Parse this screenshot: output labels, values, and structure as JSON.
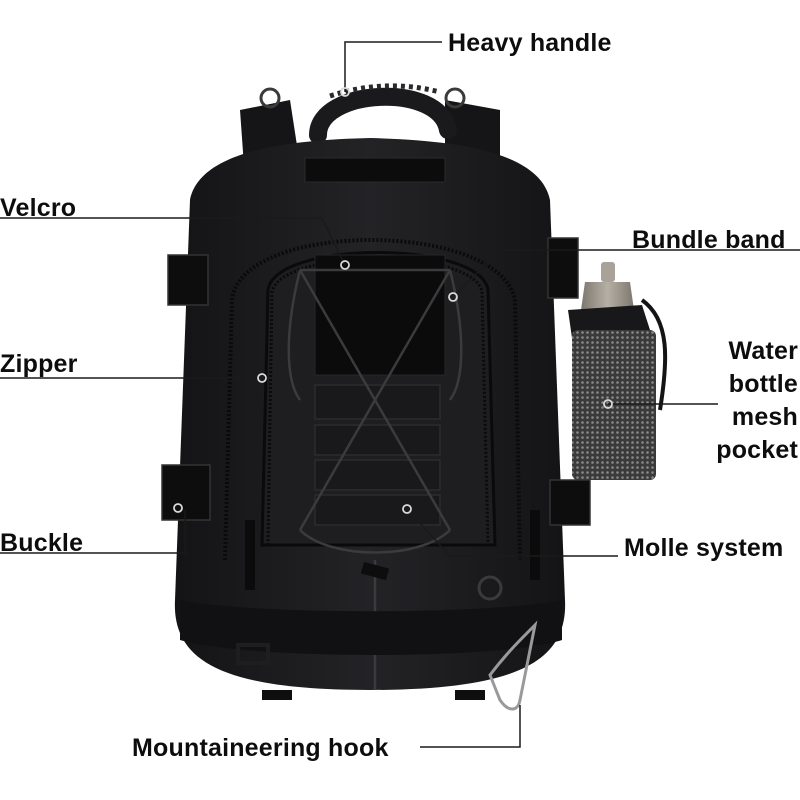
{
  "figure": {
    "subject": "Tactical backpack feature diagram",
    "colors": {
      "background": "#ffffff",
      "text": "#0d0d0d",
      "leader_line": "#1a1a1a",
      "marker": "#d9d9d9",
      "bag_body": "#1c1c1e",
      "bag_dark": "#0e0e10",
      "bag_highlight": "#2e2e31",
      "bottle_cap": "#9c968c",
      "mesh": "#5a5a5a"
    }
  },
  "labels": {
    "heavy_handle": "Heavy handle",
    "velcro": "Velcro",
    "bundle_band": "Bundle band",
    "zipper": "Zipper",
    "water_bottle": "Water\nbottle\nmesh\npocket",
    "buckle": "Buckle",
    "molle": "Molle system",
    "hook": "Mountaineering hook"
  }
}
